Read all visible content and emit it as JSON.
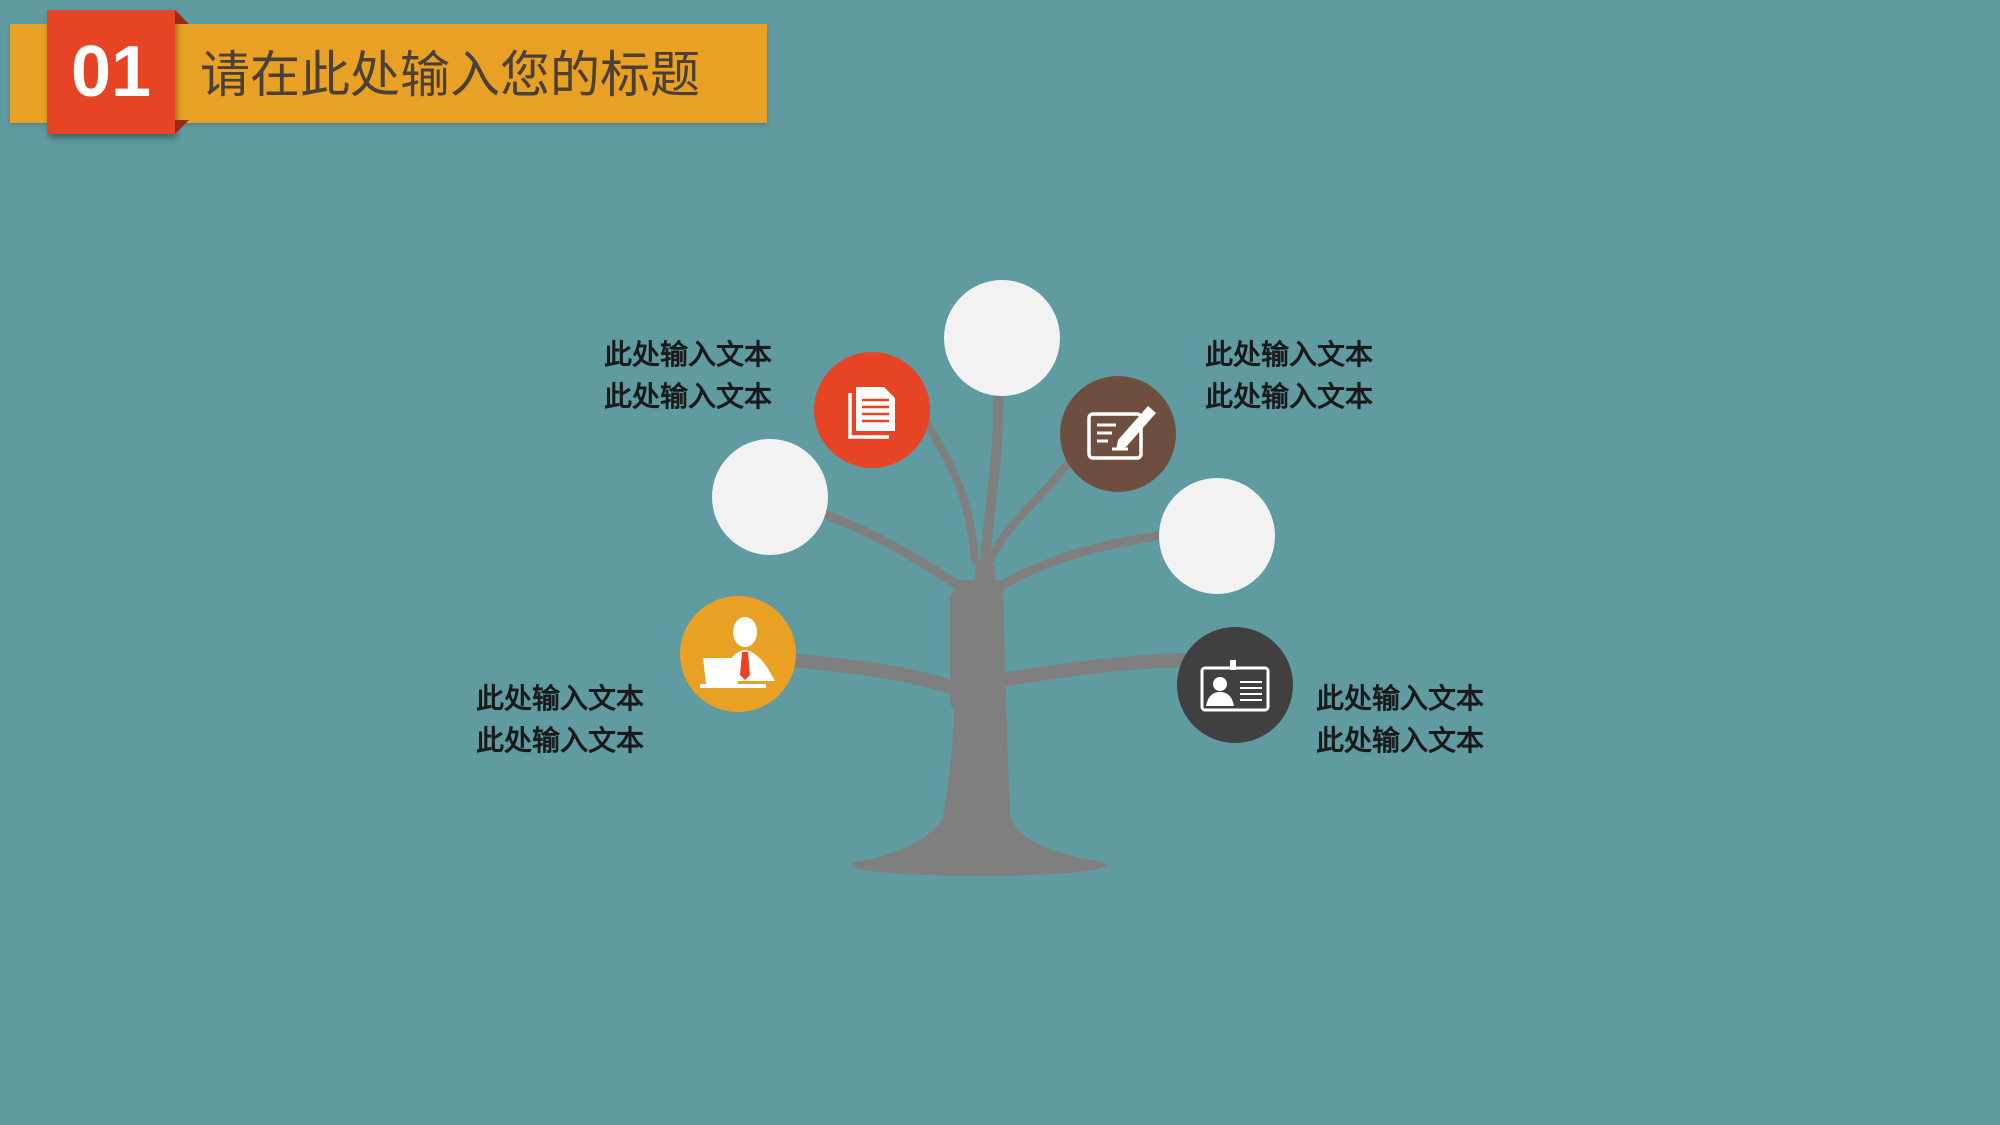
{
  "header": {
    "number": "01",
    "title": "请在此处输入您的标题"
  },
  "colors": {
    "background": "#5f9ba1",
    "band": "#e8a124",
    "number_box": "#e64424",
    "trunk": "#7f7f7f",
    "empty_circle": "#f2f2f2",
    "red": "#e64424",
    "brown": "#6e4e3f",
    "orange": "#e8a124",
    "dark": "#404040"
  },
  "nodes": {
    "red": {
      "icon": "document-icon"
    },
    "brown": {
      "icon": "edit-note-icon"
    },
    "orange": {
      "icon": "laptop-user-icon"
    },
    "dark": {
      "icon": "id-card-icon"
    }
  },
  "labels": {
    "top_left": [
      "此处输入文本",
      "此处输入文本"
    ],
    "top_right": [
      "此处输入文本",
      "此处输入文本"
    ],
    "bottom_left": [
      "此处输入文本",
      "此处输入文本"
    ],
    "bottom_right": [
      "此处输入文本",
      "此处输入文本"
    ]
  }
}
